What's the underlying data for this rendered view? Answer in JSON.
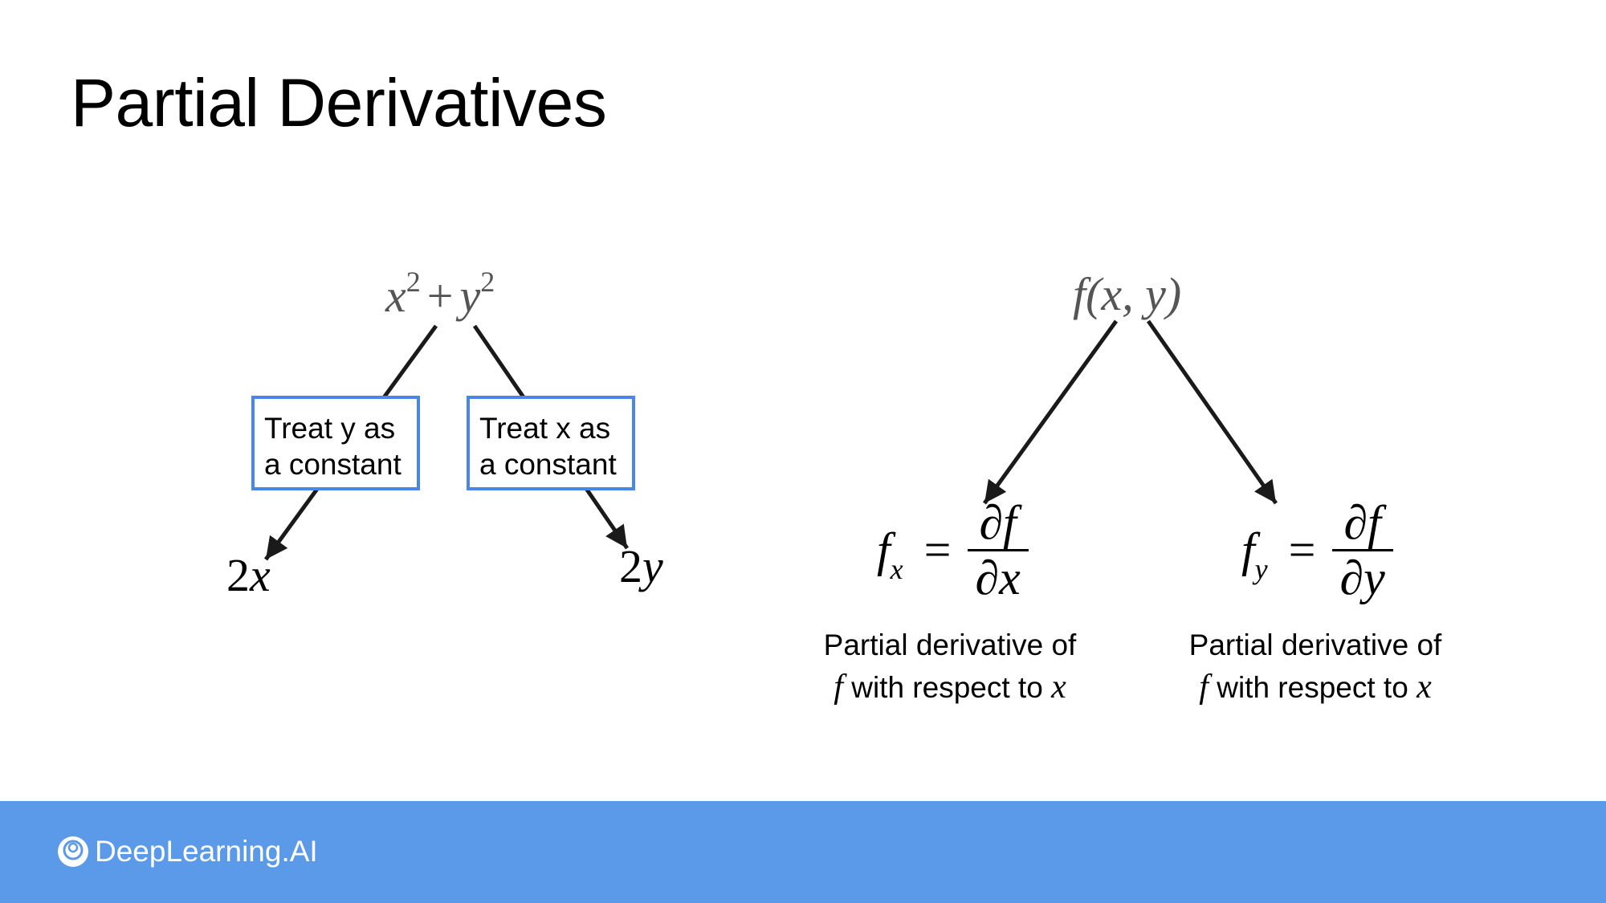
{
  "slide": {
    "title": "Partial Derivatives"
  },
  "left_tree": {
    "root_parts": [
      "x",
      "2",
      "+",
      "y",
      "2"
    ],
    "box_left": {
      "line1": "Treat y as",
      "line2": "a constant"
    },
    "box_right": {
      "line1": "Treat x as",
      "line2": "a constant"
    },
    "result_left": {
      "coef": "2",
      "var": "x"
    },
    "result_right": {
      "coef": "2",
      "var": "y"
    }
  },
  "right_tree": {
    "root": "f(x, y)",
    "eq_left": {
      "f": "f",
      "sub": "x",
      "equals": "=",
      "num": "∂f",
      "den": "∂x"
    },
    "eq_right": {
      "f": "f",
      "sub": "y",
      "equals": "=",
      "num": "∂f",
      "den": "∂y"
    },
    "caption_left": {
      "line1": "Partial derivative of",
      "f": "f",
      "mid": " with respect to ",
      "var": "x"
    },
    "caption_right": {
      "line1": "Partial derivative of",
      "f": "f",
      "mid": " with respect to ",
      "var": "x"
    }
  },
  "footer": {
    "brand": "DeepLearning.AI",
    "bar_color": "#5b9ae8",
    "box_border_color": "#4a86e8",
    "logo_icon": "deeplearning-ai-logo-icon"
  }
}
